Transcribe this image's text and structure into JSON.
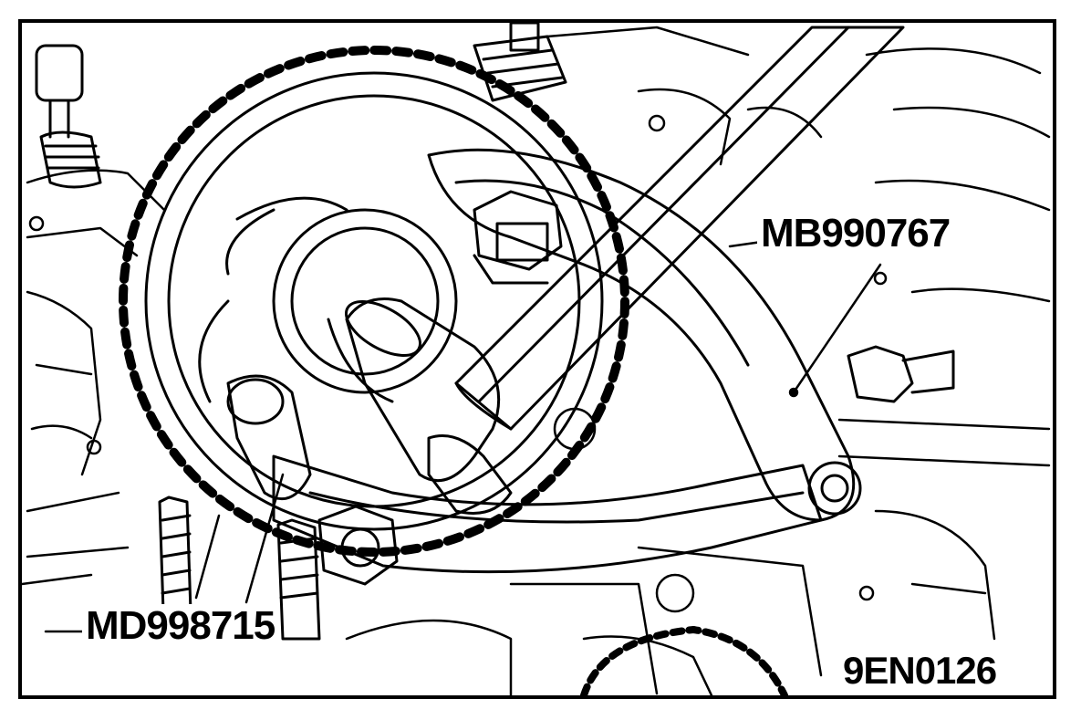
{
  "labels": {
    "tool_upper": "MB990767",
    "tool_lower": "MD998715",
    "figure_code": "9EN0126"
  },
  "colors": {
    "ink": "#000000",
    "paper": "#ffffff"
  }
}
